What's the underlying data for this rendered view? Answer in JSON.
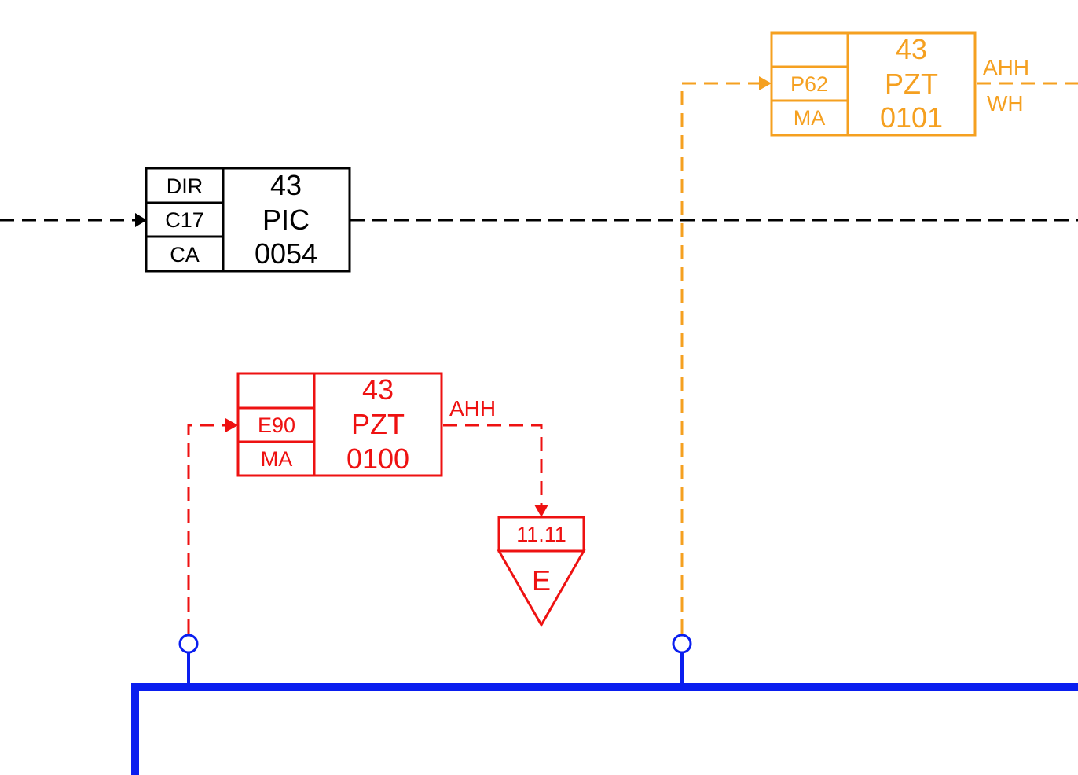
{
  "colors": {
    "black": "#000000",
    "red": "#ee1111",
    "orange": "#f5a020",
    "blue": "#0a1eef",
    "background": "#ffffff"
  },
  "blocks": {
    "pic_0054": {
      "side_cells": [
        "DIR",
        "C17",
        "CA"
      ],
      "area": "43",
      "type": "PIC",
      "number": "0054"
    },
    "pzt_0100": {
      "side_cells": [
        "",
        "E90",
        "MA"
      ],
      "area": "43",
      "type": "PZT",
      "number": "0100",
      "alarm_out": "AHH"
    },
    "pzt_0101": {
      "side_cells": [
        "",
        "P62",
        "MA"
      ],
      "area": "43",
      "type": "PZT",
      "number": "0101",
      "alarm_out_top": "AHH",
      "alarm_out_bottom": "WH"
    }
  },
  "trip_symbol": {
    "reference": "11.11",
    "letter": "E"
  },
  "process_line": {
    "tap_icons": [
      "tap-point-circle-icon",
      "tap-point-circle-icon"
    ]
  }
}
